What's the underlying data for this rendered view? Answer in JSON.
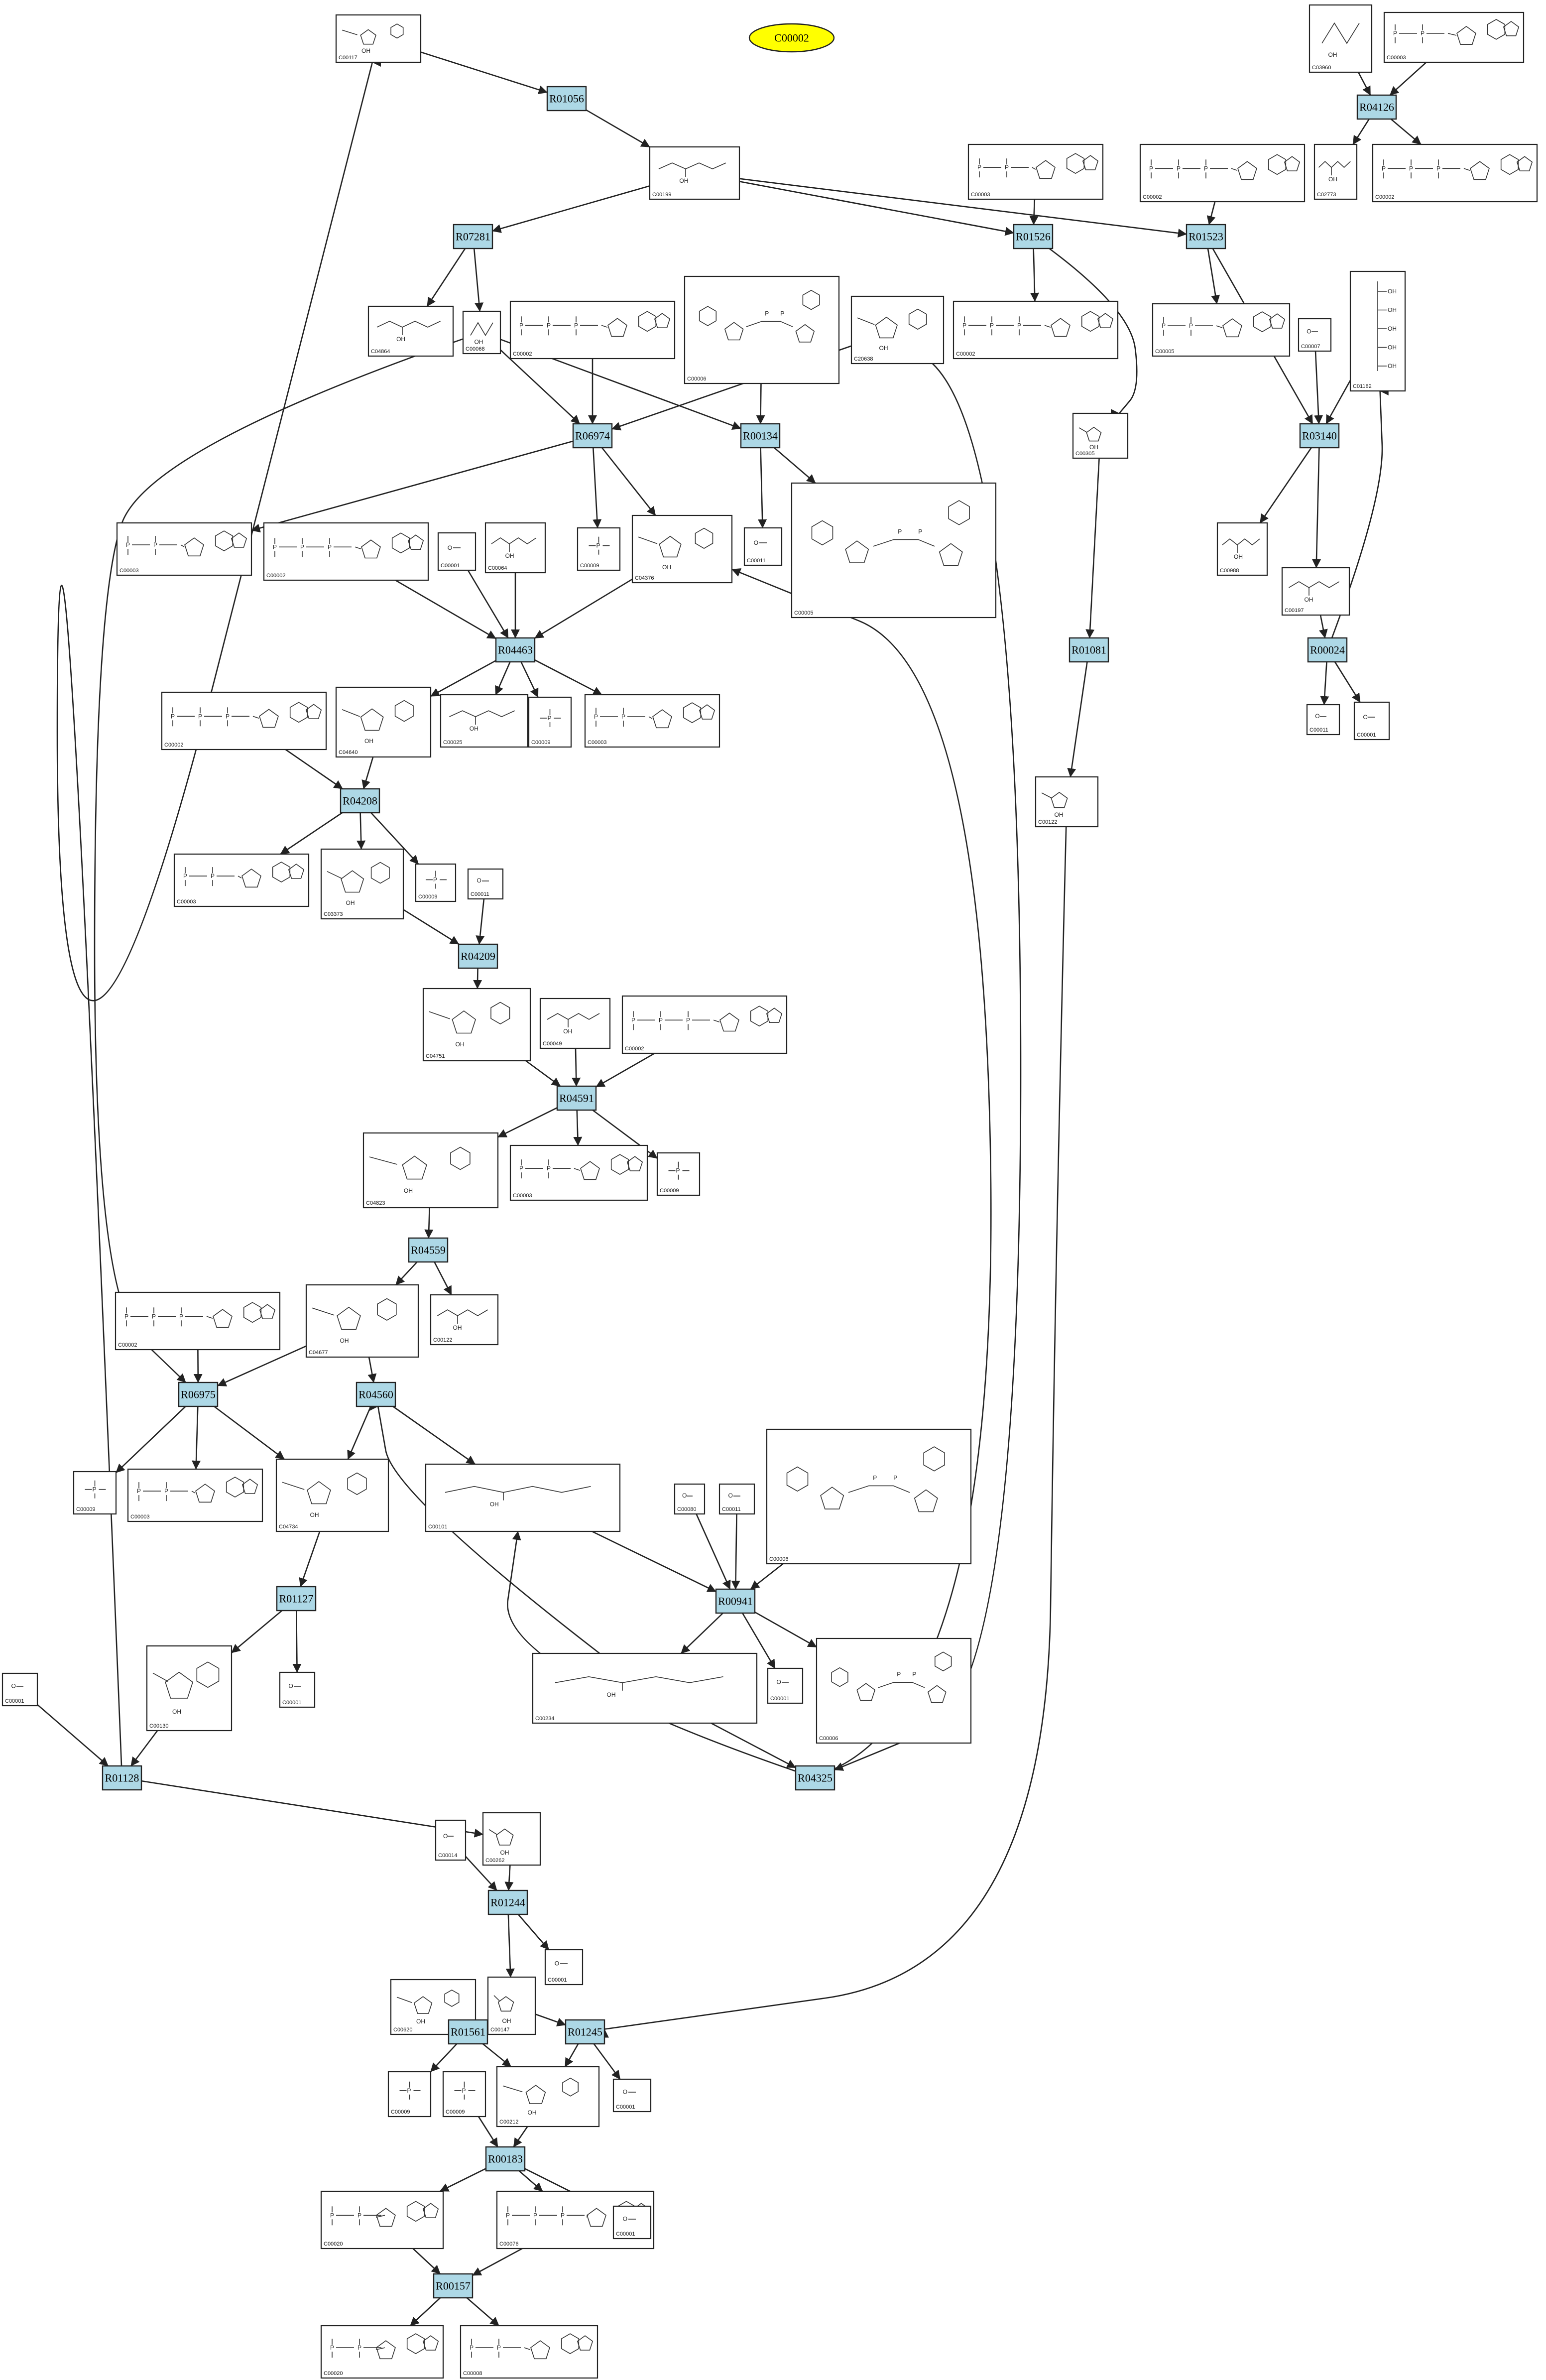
{
  "title": "C00002",
  "colors": {
    "reaction_fill": "#add8e6",
    "title_fill": "#ffff00",
    "edge": "#222222"
  },
  "reactions": [
    "R01056",
    "R04126",
    "R07281",
    "R01526",
    "R01523",
    "R06974",
    "R00134",
    "R03140",
    "R04463",
    "R01081",
    "R00024",
    "R04208",
    "R04209",
    "R04591",
    "R04559",
    "R06975",
    "R04560",
    "R00941",
    "R01127",
    "R04325",
    "R01128",
    "R01244",
    "R01561",
    "R01245",
    "R00183",
    "R00157"
  ],
  "compounds": [
    "C00117",
    "C03960",
    "C00003",
    "C00199",
    "C02773",
    "C00002",
    "C04864",
    "C00068",
    "C00006",
    "C20638",
    "C00305",
    "C01182",
    "C00007",
    "C00005",
    "C00001",
    "C04376",
    "C00011",
    "C00064",
    "C00025",
    "C00009",
    "C00988",
    "C00197",
    "C04640",
    "C00122",
    "C03373",
    "C04751",
    "C00049",
    "C04823",
    "C04677",
    "C04734",
    "C00101",
    "C00080",
    "C00130",
    "C00234",
    "C00014",
    "C00262",
    "C00620",
    "C00147",
    "C00212",
    "C00020",
    "C00076",
    "C00008"
  ],
  "nodes": [
    {
      "label": "C00117",
      "kind": "cpd"
    },
    {
      "label": "C00002",
      "kind": "title"
    },
    {
      "label": "C03960",
      "kind": "cpd"
    },
    {
      "label": "C00003",
      "kind": "cpd"
    },
    {
      "label": "R01056",
      "kind": "rxn"
    },
    {
      "label": "R04126",
      "kind": "rxn"
    },
    {
      "label": "C00199",
      "kind": "cpd"
    },
    {
      "label": "C00003",
      "kind": "cpd"
    },
    {
      "label": "C00002",
      "kind": "cpd"
    },
    {
      "label": "C02773",
      "kind": "cpd"
    },
    {
      "label": "C00002",
      "kind": "cpd"
    },
    {
      "label": "R07281",
      "kind": "rxn"
    },
    {
      "label": "R01526",
      "kind": "rxn"
    },
    {
      "label": "R01523",
      "kind": "rxn"
    },
    {
      "label": "C04864",
      "kind": "cpd"
    },
    {
      "label": "C00068",
      "kind": "cpd"
    },
    {
      "label": "C00002",
      "kind": "cpd"
    },
    {
      "label": "C00006",
      "kind": "cpd"
    },
    {
      "label": "C20638",
      "kind": "cpd"
    },
    {
      "label": "C00002",
      "kind": "cpd"
    },
    {
      "label": "C00005",
      "kind": "cpd"
    },
    {
      "label": "C00007",
      "kind": "cpd"
    },
    {
      "label": "C01182",
      "kind": "cpd"
    },
    {
      "label": "C00305",
      "kind": "cpd"
    },
    {
      "label": "R06974",
      "kind": "rxn"
    },
    {
      "label": "R00134",
      "kind": "rxn"
    },
    {
      "label": "R03140",
      "kind": "rxn"
    },
    {
      "label": "C00003",
      "kind": "cpd"
    },
    {
      "label": "C00002",
      "kind": "cpd"
    },
    {
      "label": "C00001",
      "kind": "cpd"
    },
    {
      "label": "C00009",
      "kind": "cpd"
    },
    {
      "label": "C04376",
      "kind": "cpd"
    },
    {
      "label": "C00011",
      "kind": "cpd"
    },
    {
      "label": "C00005",
      "kind": "cpd"
    },
    {
      "label": "C00988",
      "kind": "cpd"
    },
    {
      "label": "C00197",
      "kind": "cpd"
    },
    {
      "label": "C00064",
      "kind": "cpd"
    },
    {
      "label": "R04463",
      "kind": "rxn"
    },
    {
      "label": "R01081",
      "kind": "rxn"
    },
    {
      "label": "R00024",
      "kind": "rxn"
    },
    {
      "label": "C00002",
      "kind": "cpd"
    },
    {
      "label": "C04640",
      "kind": "cpd"
    },
    {
      "label": "C00025",
      "kind": "cpd"
    },
    {
      "label": "C00009",
      "kind": "cpd"
    },
    {
      "label": "C00003",
      "kind": "cpd"
    },
    {
      "label": "C00011",
      "kind": "cpd"
    },
    {
      "label": "C00001",
      "kind": "cpd"
    },
    {
      "label": "C00122",
      "kind": "cpd"
    },
    {
      "label": "R04208",
      "kind": "rxn"
    },
    {
      "label": "C00003",
      "kind": "cpd"
    },
    {
      "label": "C03373",
      "kind": "cpd"
    },
    {
      "label": "C00009",
      "kind": "cpd"
    },
    {
      "label": "C00011",
      "kind": "cpd"
    },
    {
      "label": "R04209",
      "kind": "rxn"
    },
    {
      "label": "C04751",
      "kind": "cpd"
    },
    {
      "label": "C00049",
      "kind": "cpd"
    },
    {
      "label": "C00002",
      "kind": "cpd"
    },
    {
      "label": "R04591",
      "kind": "rxn"
    },
    {
      "label": "C04823",
      "kind": "cpd"
    },
    {
      "label": "C00003",
      "kind": "cpd"
    },
    {
      "label": "C00009",
      "kind": "cpd"
    },
    {
      "label": "R04559",
      "kind": "rxn"
    },
    {
      "label": "C00002",
      "kind": "cpd"
    },
    {
      "label": "C04677",
      "kind": "cpd"
    },
    {
      "label": "C00122",
      "kind": "cpd"
    },
    {
      "label": "R06975",
      "kind": "rxn"
    },
    {
      "label": "R04560",
      "kind": "rxn"
    },
    {
      "label": "C00009",
      "kind": "cpd"
    },
    {
      "label": "C00003",
      "kind": "cpd"
    },
    {
      "label": "C04734",
      "kind": "cpd"
    },
    {
      "label": "C00101",
      "kind": "cpd"
    },
    {
      "label": "C00080",
      "kind": "cpd"
    },
    {
      "label": "C00011",
      "kind": "cpd"
    },
    {
      "label": "C00006",
      "kind": "cpd"
    },
    {
      "label": "R01127",
      "kind": "rxn"
    },
    {
      "label": "R00941",
      "kind": "rxn"
    },
    {
      "label": "C00001",
      "kind": "cpd"
    },
    {
      "label": "C00130",
      "kind": "cpd"
    },
    {
      "label": "C00001",
      "kind": "cpd"
    },
    {
      "label": "C00234",
      "kind": "cpd"
    },
    {
      "label": "C00001",
      "kind": "cpd"
    },
    {
      "label": "C00006",
      "kind": "cpd"
    },
    {
      "label": "R01128",
      "kind": "rxn"
    },
    {
      "label": "R04325",
      "kind": "rxn"
    },
    {
      "label": "C00014",
      "kind": "cpd"
    },
    {
      "label": "C00262",
      "kind": "cpd"
    },
    {
      "label": "R01244",
      "kind": "rxn"
    },
    {
      "label": "C00620",
      "kind": "cpd"
    },
    {
      "label": "C00147",
      "kind": "cpd"
    },
    {
      "label": "C00001",
      "kind": "cpd"
    },
    {
      "label": "R01561",
      "kind": "rxn"
    },
    {
      "label": "R01245",
      "kind": "rxn"
    },
    {
      "label": "C00009",
      "kind": "cpd"
    },
    {
      "label": "C00009",
      "kind": "cpd"
    },
    {
      "label": "C00212",
      "kind": "cpd"
    },
    {
      "label": "C00001",
      "kind": "cpd"
    },
    {
      "label": "R00183",
      "kind": "rxn"
    },
    {
      "label": "C00020",
      "kind": "cpd"
    },
    {
      "label": "C00076",
      "kind": "cpd"
    },
    {
      "label": "C00001",
      "kind": "cpd"
    },
    {
      "label": "R00157",
      "kind": "rxn"
    },
    {
      "label": "C00020",
      "kind": "cpd"
    },
    {
      "label": "C00008",
      "kind": "cpd"
    }
  ]
}
